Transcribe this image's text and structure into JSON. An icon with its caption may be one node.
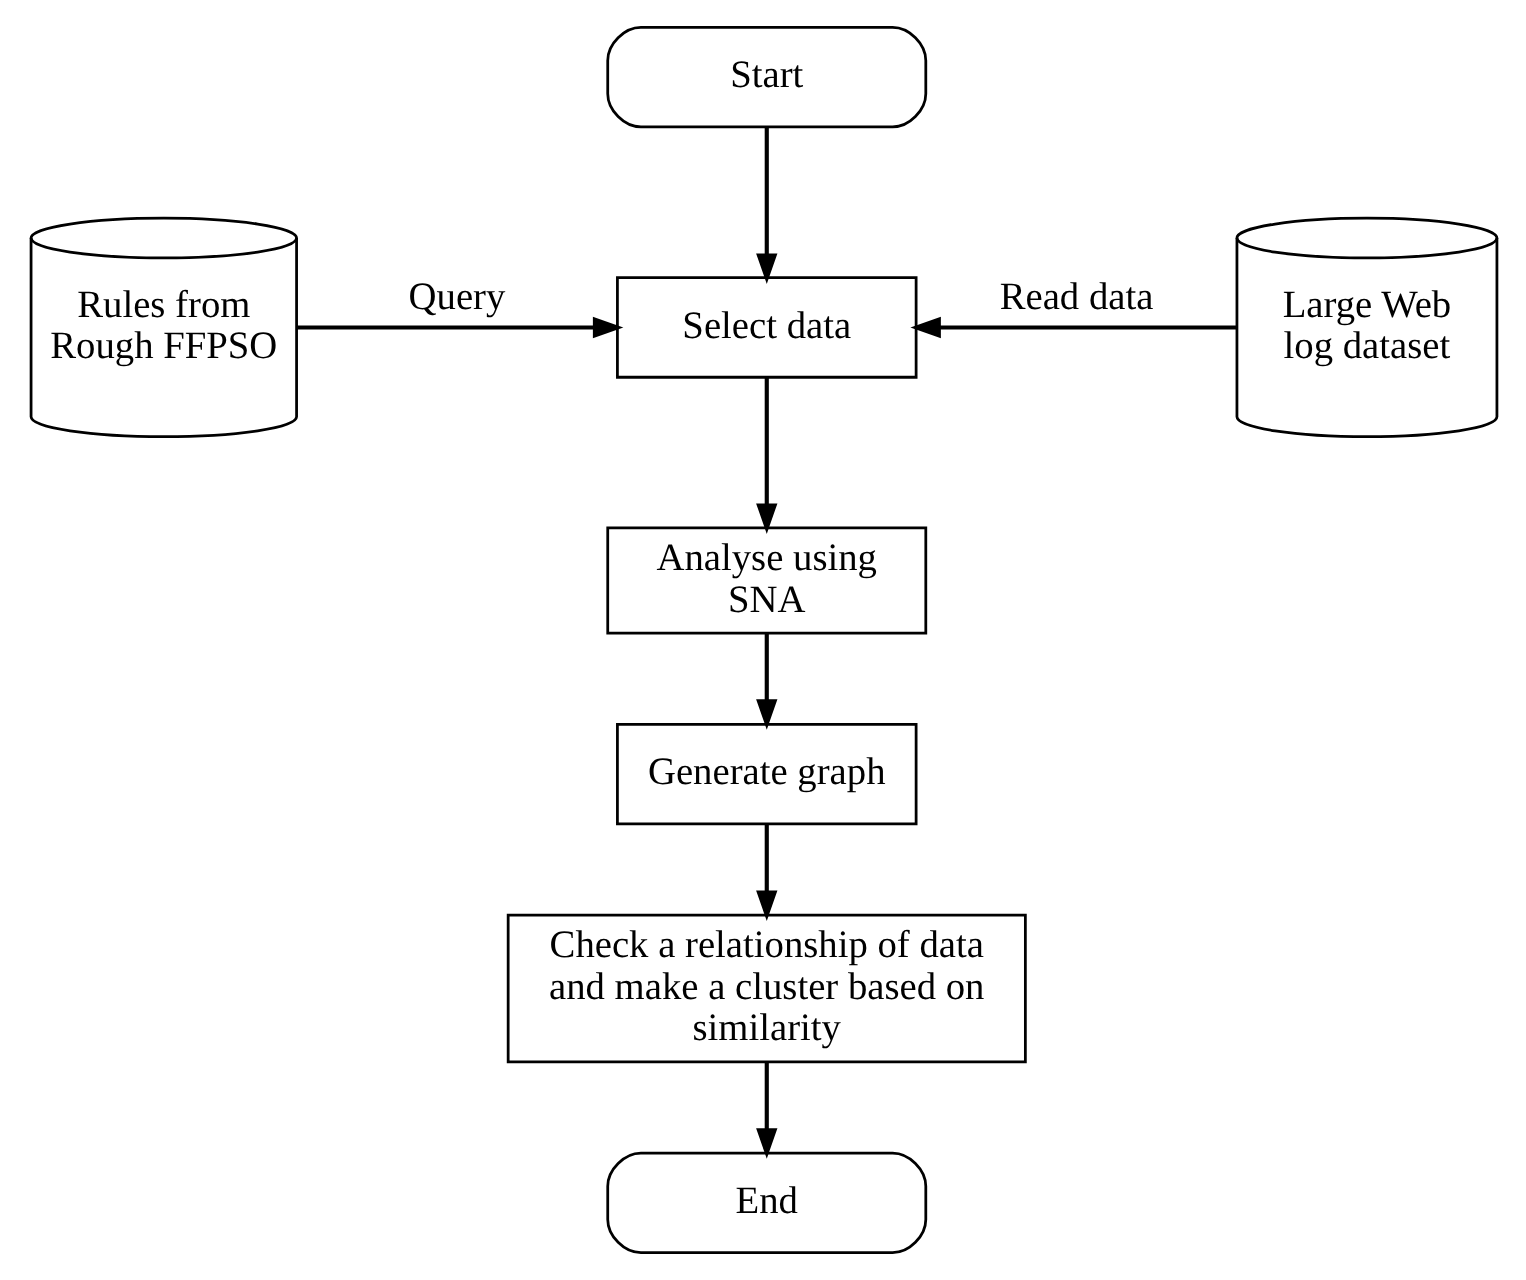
{
  "diagram": {
    "nodes": [
      {
        "text": [
          "Start"
        ]
      },
      {
        "text": [
          "Rules from Rough FFPSO"
        ]
      },
      {
        "text": [
          "Select data"
        ]
      },
      {
        "text": [
          "Large Web log dataset"
        ]
      },
      {
        "text": [
          "Analyse using SNA"
        ]
      },
      {
        "text": [
          "Generate graph"
        ]
      },
      {
        "text": [
          "Check a relationship of data and make a cluster based on similarity"
        ]
      },
      {
        "text": [
          "End"
        ]
      }
    ],
    "edges": [
      {
        "from": 0,
        "to": 2,
        "arrow": "to"
      },
      {
        "from": 1,
        "to": 2,
        "arrow": "to",
        "label": "Query"
      },
      {
        "from": 3,
        "to": 2,
        "arrow": "to",
        "label": "Read data"
      },
      {
        "from": 2,
        "to": 4,
        "arrow": "to"
      },
      {
        "from": 4,
        "to": 5,
        "arrow": "to"
      },
      {
        "from": 5,
        "to": 6,
        "arrow": "to"
      },
      {
        "from": 6,
        "to": 7,
        "arrow": "to"
      }
    ]
  }
}
